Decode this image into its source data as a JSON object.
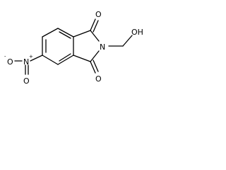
{
  "molecule": {
    "atoms": {
      "carbonyl_oxygen_top": "O",
      "carbonyl_oxygen_bottom": "O",
      "imide_nitrogen": "N",
      "hydroxyl": "OH",
      "nitro_nitrogen": "N",
      "nitro_oxygen_left": "O",
      "nitro_oxygen_bottom": "O",
      "nitro_plus_charge": "+",
      "nitro_minus_charge": "-"
    },
    "colors": {
      "bond": "#000000",
      "label": "#000000",
      "background": "#ffffff"
    }
  }
}
